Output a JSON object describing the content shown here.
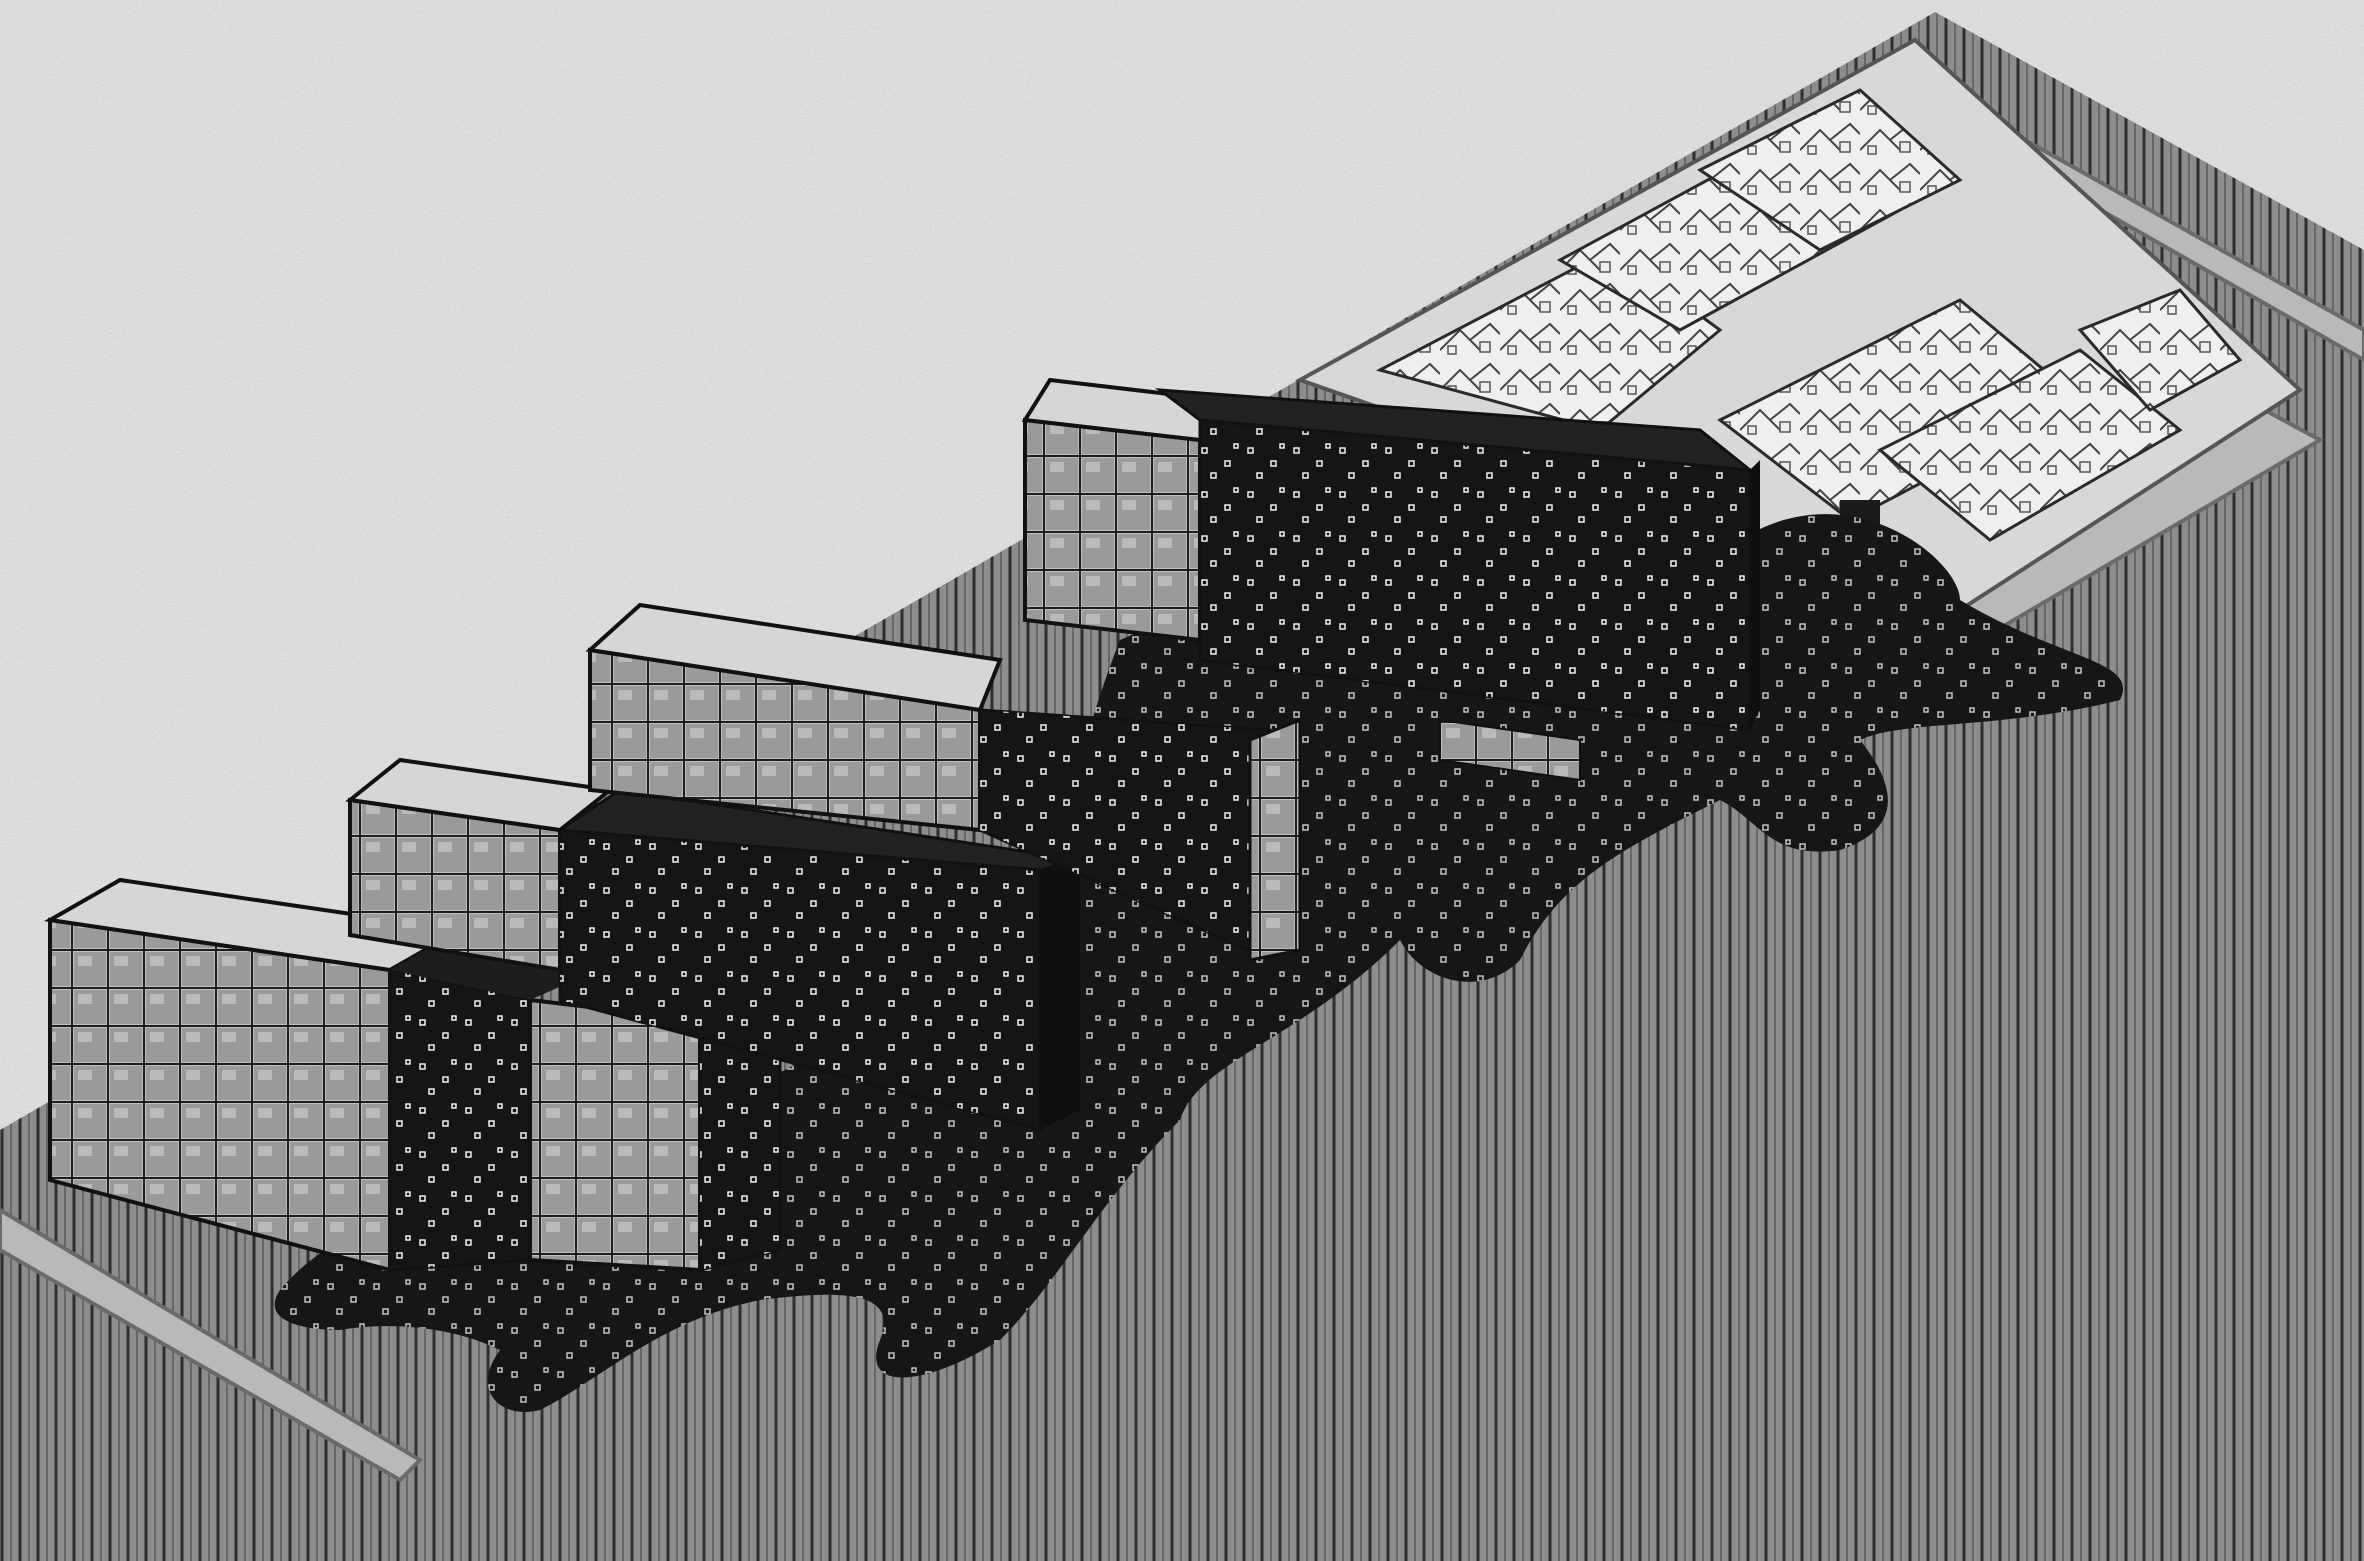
{
  "drawing": {
    "kind": "axonometric architectural drawing",
    "palette": {
      "sky": "#e6e6e6",
      "ground": "#8f8f8f",
      "ground_lines": "#3a3a3a",
      "ink": "#1b1b1b",
      "street": "#bcbcbc",
      "house_fill": "#f2f2f2",
      "glass": "#b8b8b8",
      "dots": "#f4f4f4"
    },
    "elements": [
      "sky-background-texture",
      "hatched-ground-plane",
      "street-path",
      "glass-facade-buildings",
      "dark-mass-buildings",
      "ink-spill-shadow",
      "house-cluster"
    ]
  }
}
